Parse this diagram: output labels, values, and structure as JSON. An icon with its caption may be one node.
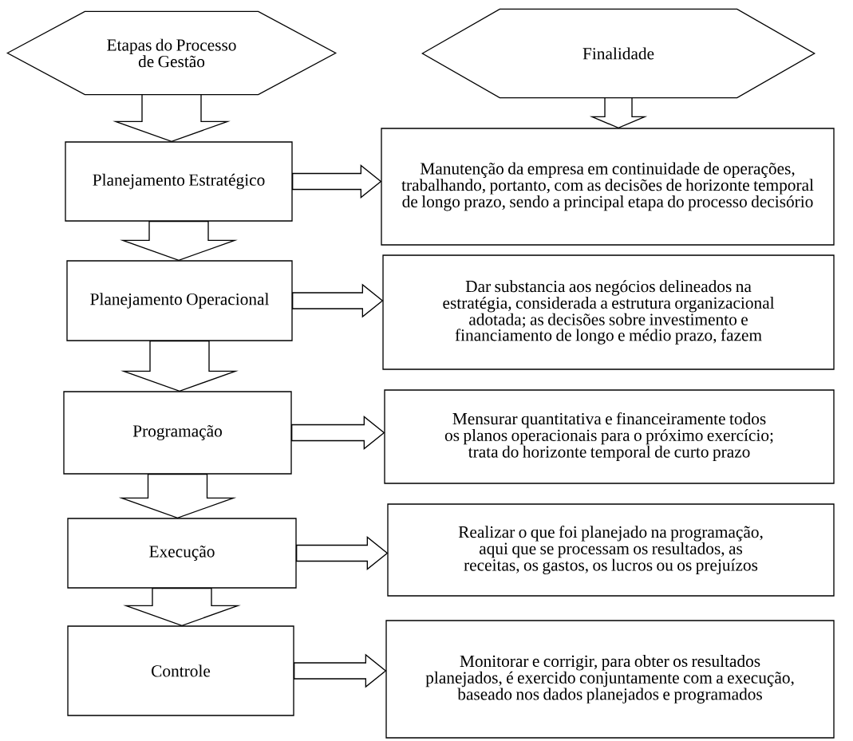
{
  "diagram": {
    "nodes": [
      {
        "text": [
          "Etapas do Processo de Gestão"
        ]
      },
      {
        "text": [
          "Finalidade"
        ]
      },
      {
        "text": [
          "Planejamento Estratégico"
        ]
      },
      {
        "text": [
          "Planejamento Operacional"
        ]
      },
      {
        "text": [
          "Programação"
        ]
      },
      {
        "text": [
          "Execução"
        ]
      },
      {
        "text": [
          "Controle"
        ]
      },
      {
        "text": [
          "Manutenção da empresa em continuidade de operações, trabalhando, portanto, com as decisões de horizonte temporal de longo prazo, sendo a principal etapa do processo decisório"
        ]
      },
      {
        "text": [
          "Dar substancia aos negócios delineados na estratégia, considerada a estrutura organizacional adotada; as decisões sobre investimento e financiamento de longo e médio prazo, fazem"
        ]
      },
      {
        "text": [
          "Mensurar quantitativa e financeiramente todos os planos operacionais para o próximo exercício; trata do horizonte temporal de curto prazo"
        ]
      },
      {
        "text": [
          "Realizar o que foi planejado na programação, aqui que se processam os resultados, as receitas, os gastos, os lucros ou os prejuízos"
        ]
      },
      {
        "text": [
          "Monitorar e corrigir,  para obter os resultados planejados, é exercido conjuntamente com a execução, baseado nos dados planejados e programados"
        ]
      }
    ],
    "edges": [
      {
        "from": 0,
        "to": 2,
        "arrow": "to"
      },
      {
        "from": 1,
        "to": 7,
        "arrow": "to"
      },
      {
        "from": 2,
        "to": 3,
        "arrow": "to"
      },
      {
        "from": 3,
        "to": 4,
        "arrow": "to"
      },
      {
        "from": 4,
        "to": 5,
        "arrow": "to"
      },
      {
        "from": 5,
        "to": 6,
        "arrow": "to"
      },
      {
        "from": 2,
        "to": 7,
        "arrow": "to"
      },
      {
        "from": 3,
        "to": 8,
        "arrow": "to"
      },
      {
        "from": 4,
        "to": 9,
        "arrow": "to"
      },
      {
        "from": 5,
        "to": 10,
        "arrow": "to"
      },
      {
        "from": 6,
        "to": 11,
        "arrow": "to"
      }
    ]
  }
}
